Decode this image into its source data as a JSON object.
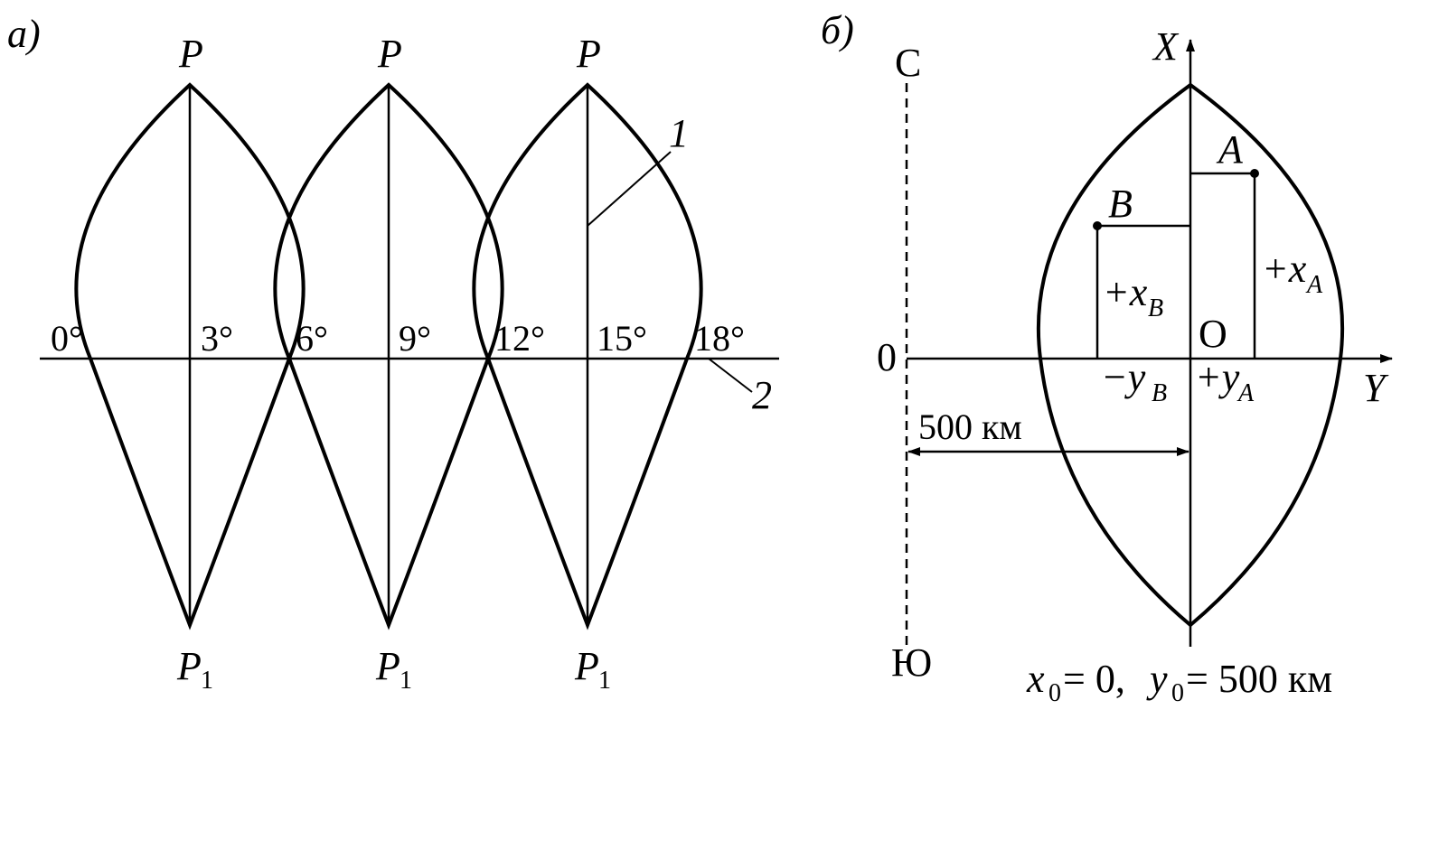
{
  "panel_a": {
    "tag": "а)",
    "pole_north": "P",
    "pole_south": "P",
    "pole_south_sub": "1",
    "degrees": [
      "0°",
      "3°",
      "6°",
      "9°",
      "12°",
      "15°",
      "18°"
    ],
    "callout_1": "1",
    "callout_2": "2"
  },
  "panel_b": {
    "tag": "б)",
    "north": "С",
    "south": "Ю",
    "axis_x": "X",
    "axis_y": "Y",
    "origin": "O",
    "zero": "0",
    "point_a": "A",
    "point_b": "B",
    "plus_xa_main": "+x",
    "plus_xa_sub": "A",
    "plus_xb_main": "+x",
    "plus_xb_sub": "B",
    "minus_yb_main": "−y",
    "minus_yb_sub": "B",
    "plus_ya_main": "+y",
    "plus_ya_sub": "A",
    "distance": "500 км",
    "formula_x": "x",
    "formula_x_sub": "0",
    "formula_x_rest": " = 0,",
    "formula_y": "y",
    "formula_y_sub": "0",
    "formula_y_rest": " = 500 км"
  }
}
